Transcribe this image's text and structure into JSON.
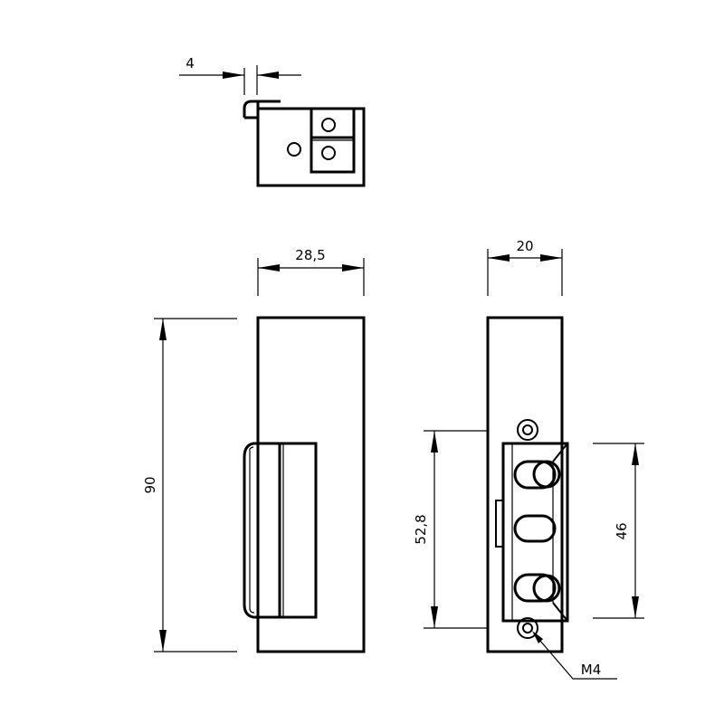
{
  "dimensions": {
    "top_lip_thickness": "4",
    "front_width": "28,5",
    "side_width": "20",
    "total_height": "90",
    "screw_spacing": "52,8",
    "faceplate_height": "46",
    "screw_thread": "M4"
  }
}
